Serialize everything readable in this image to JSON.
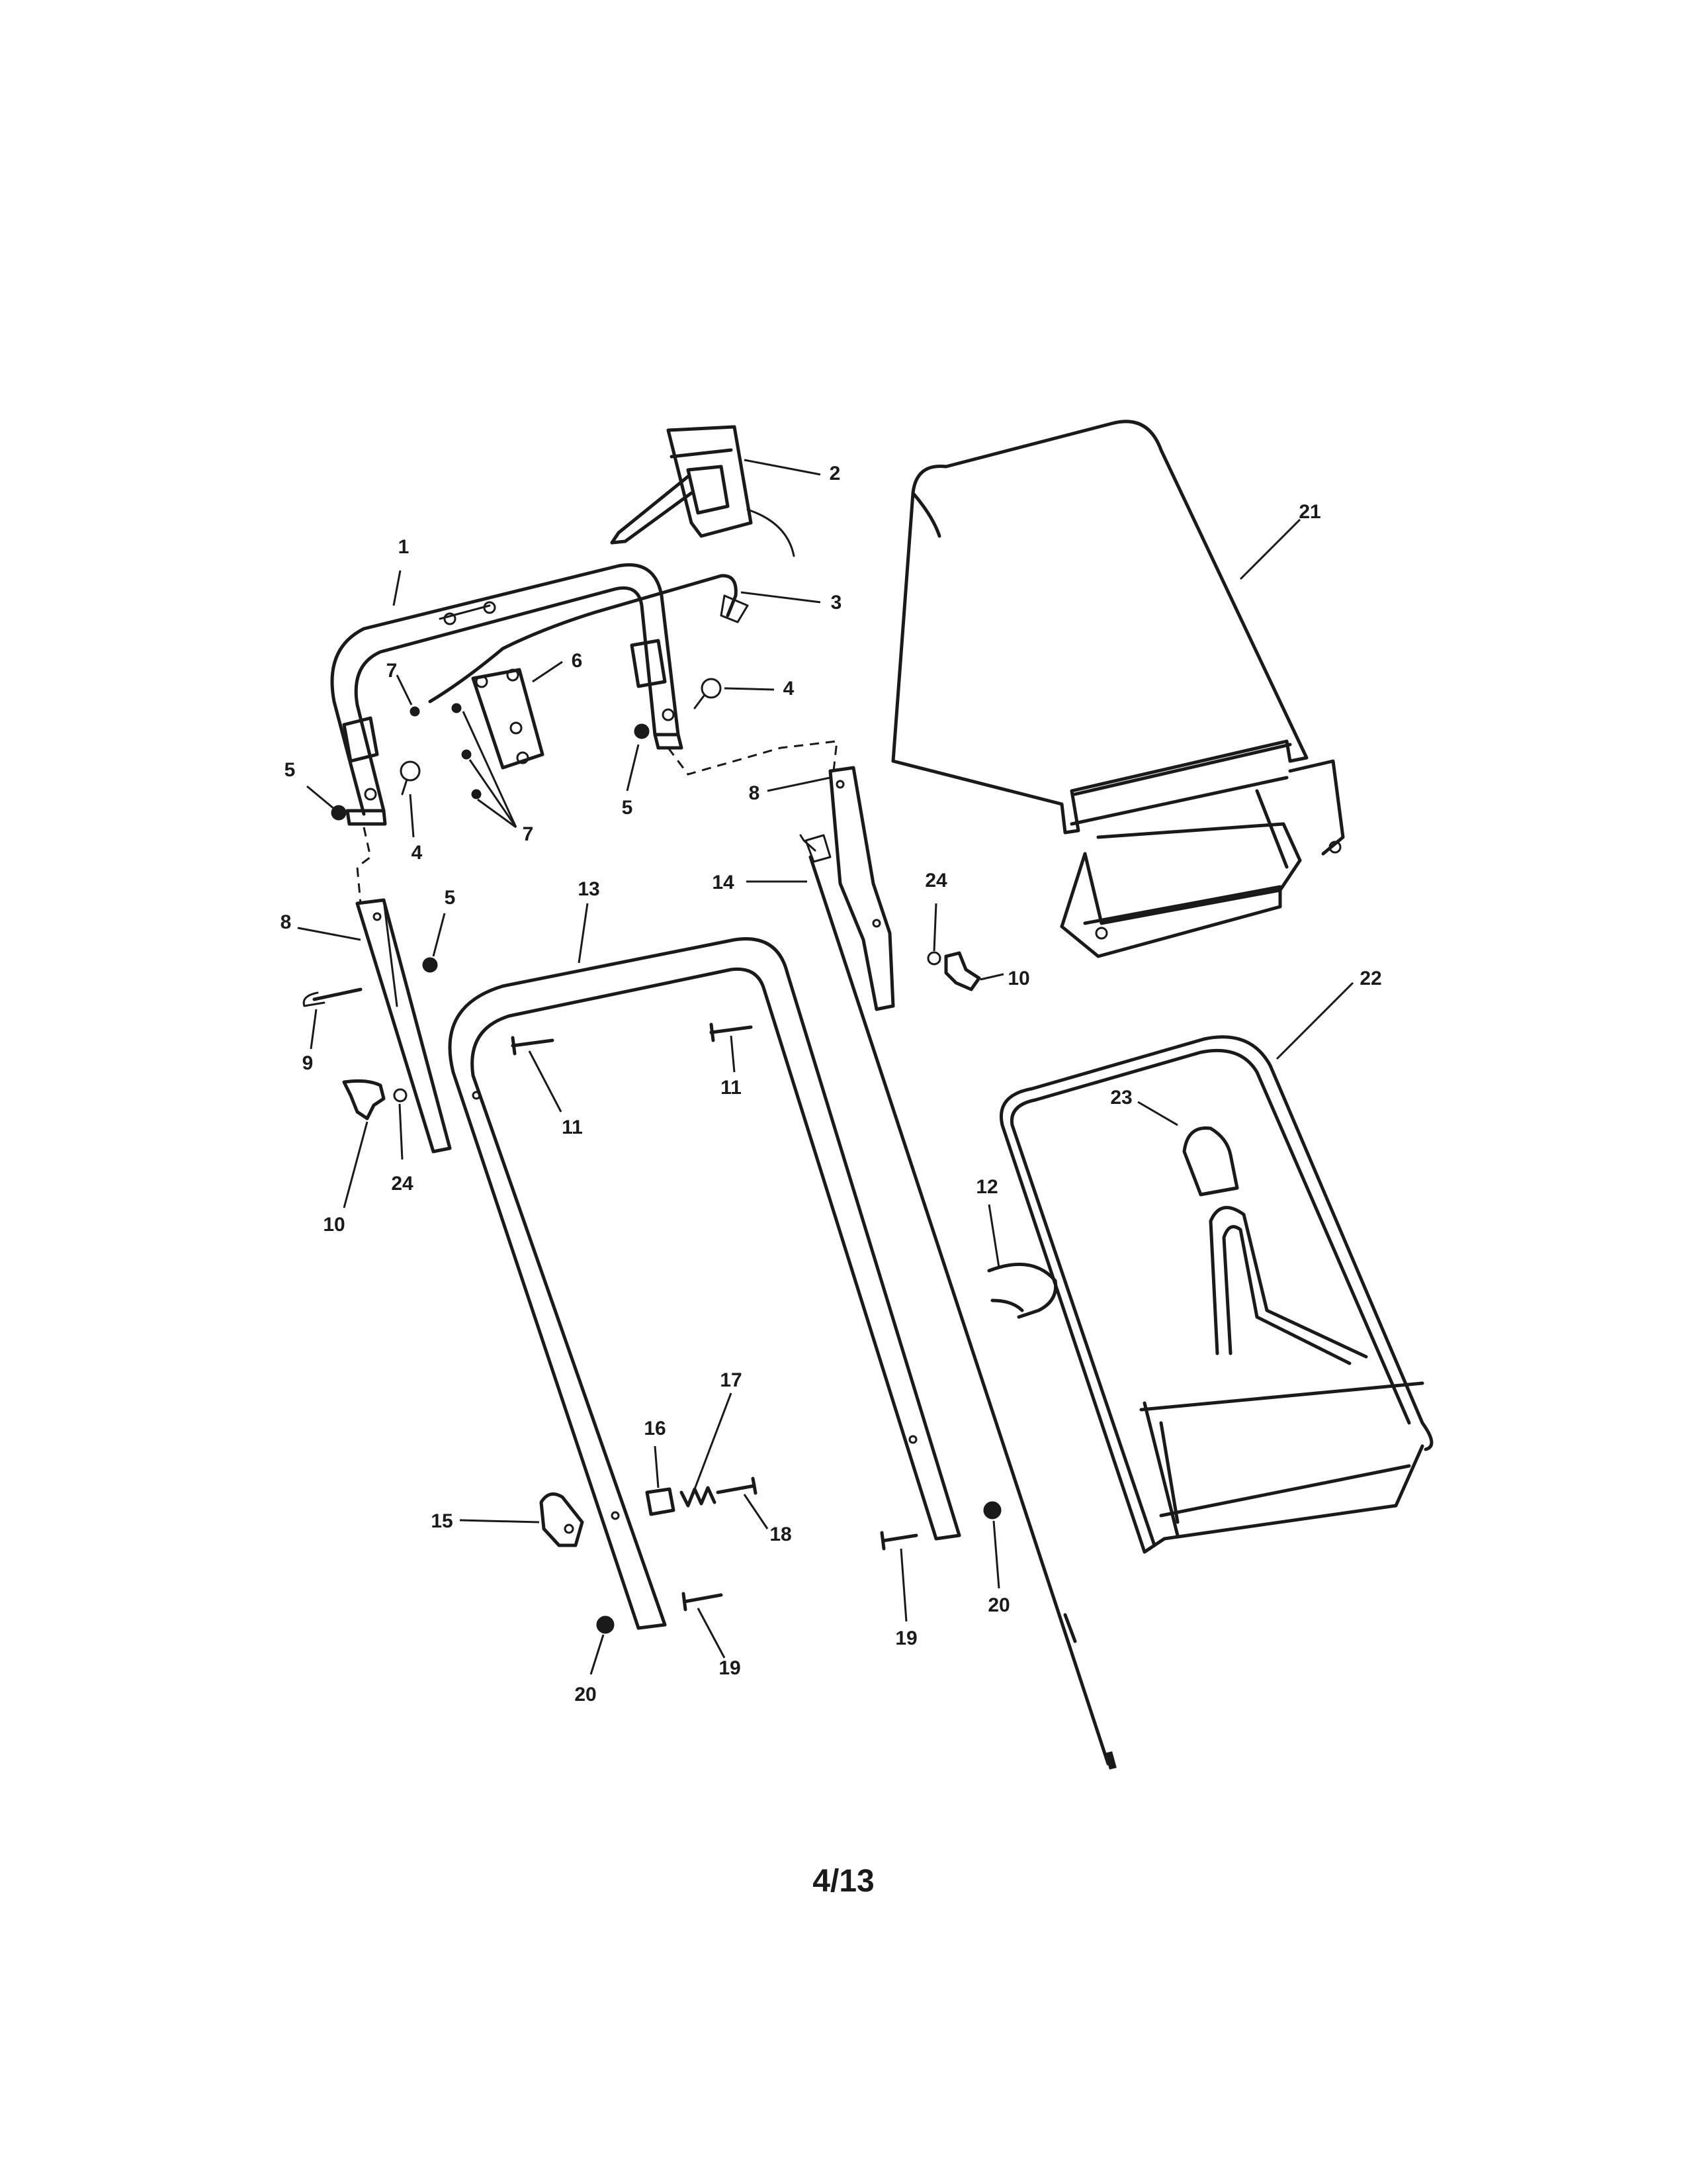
{
  "page": {
    "number": "4/13"
  },
  "callouts": [
    {
      "label": "1"
    },
    {
      "label": "2"
    },
    {
      "label": "3"
    },
    {
      "label": "4"
    },
    {
      "label": "4"
    },
    {
      "label": "5"
    },
    {
      "label": "5"
    },
    {
      "label": "5"
    },
    {
      "label": "6"
    },
    {
      "label": "7"
    },
    {
      "label": "7"
    },
    {
      "label": "8"
    },
    {
      "label": "8"
    },
    {
      "label": "9"
    },
    {
      "label": "10"
    },
    {
      "label": "10"
    },
    {
      "label": "11"
    },
    {
      "label": "11"
    },
    {
      "label": "12"
    },
    {
      "label": "13"
    },
    {
      "label": "14"
    },
    {
      "label": "15"
    },
    {
      "label": "16"
    },
    {
      "label": "17"
    },
    {
      "label": "18"
    },
    {
      "label": "19"
    },
    {
      "label": "19"
    },
    {
      "label": "20"
    },
    {
      "label": "20"
    },
    {
      "label": "21"
    },
    {
      "label": "22"
    },
    {
      "label": "23"
    },
    {
      "label": "24"
    },
    {
      "label": "24"
    }
  ]
}
